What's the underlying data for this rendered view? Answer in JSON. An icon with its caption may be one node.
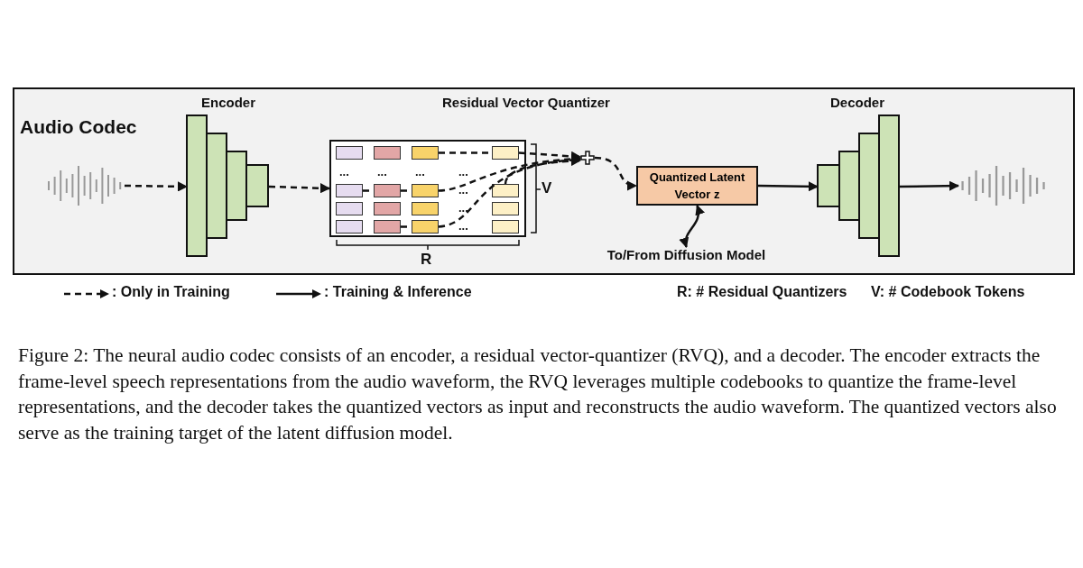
{
  "diagram": {
    "caption": "Figure 2: The neural audio codec consists of an encoder, a residual vector-quantizer (RVQ), and a decoder. The encoder extracts the frame-level speech representations from the audio waveform, the RVQ leverages multiple codebooks to quantize the frame-level representations, and the decoder takes the quantized vectors as input and reconstructs the audio waveform. The quantized vectors also serve as the training target of the latent diffusion model.",
    "nodes": [
      {
        "text": [
          "Audio Codec"
        ]
      },
      {
        "text": [],
        "shape": "picture",
        "in": 0
      },
      {
        "text": [
          "Encoder"
        ],
        "in": 0
      },
      {
        "text": [
          "Residual Vector Quantizer"
        ],
        "in": 0
      },
      {
        "text": [],
        "shape": "box",
        "in": 3
      },
      {
        "text": [],
        "shape": "box",
        "in": 3
      },
      {
        "text": [],
        "shape": "box",
        "in": 3
      },
      {
        "text": [],
        "shape": "box",
        "in": 3
      },
      {
        "text": [],
        "shape": "box",
        "in": 3
      },
      {
        "text": [],
        "shape": "box",
        "in": 3
      },
      {
        "text": [],
        "shape": "box",
        "in": 3
      },
      {
        "text": [],
        "shape": "box",
        "in": 3
      },
      {
        "text": [],
        "shape": "box",
        "in": 3
      },
      {
        "text": [],
        "shape": "box",
        "in": 3
      },
      {
        "text": [],
        "shape": "box",
        "in": 3
      },
      {
        "text": [],
        "shape": "box",
        "in": 3
      },
      {
        "text": [],
        "shape": "box",
        "in": 3
      },
      {
        "text": [],
        "shape": "box",
        "in": 3
      },
      {
        "text": [],
        "shape": "box",
        "in": 3
      },
      {
        "text": [],
        "shape": "box",
        "in": 3
      },
      {
        "text": [],
        "shape": "plus",
        "in": 0
      },
      {
        "text": [
          "Quantized Latent Vector z"
        ],
        "in": 0
      },
      {
        "text": [
          "Decoder"
        ],
        "in": 0
      },
      {
        "text": [],
        "shape": "picture",
        "in": 0
      },
      {
        "text": [
          "To/From Diffusion Model"
        ],
        "in": 0
      }
    ],
    "edges": [
      {
        "from": 1,
        "to": 2,
        "arrow": "to",
        "style": "dashed"
      },
      {
        "from": 2,
        "to": 3,
        "arrow": "to",
        "style": "dashed"
      },
      {
        "from": 6,
        "to": 7,
        "arrow": "none",
        "style": "dashed"
      },
      {
        "from": 7,
        "to": 20,
        "arrow": "to",
        "style": "dashed"
      },
      {
        "from": 8,
        "to": 9,
        "arrow": "none",
        "style": "dashed"
      },
      {
        "from": 9,
        "to": 10,
        "arrow": "none",
        "style": "dashed"
      },
      {
        "from": 10,
        "to": 20,
        "arrow": "to",
        "style": "dashed"
      },
      {
        "from": 17,
        "to": 18,
        "arrow": "none",
        "style": "dashed"
      },
      {
        "from": 18,
        "to": 20,
        "arrow": "to",
        "style": "dashed"
      },
      {
        "from": 11,
        "to": 20,
        "arrow": "to",
        "style": "dashed"
      },
      {
        "from": 20,
        "to": 21,
        "arrow": "to",
        "style": "dashed"
      },
      {
        "from": 21,
        "to": 22,
        "arrow": "to"
      },
      {
        "from": 22,
        "to": 23,
        "arrow": "to"
      },
      {
        "from": 21,
        "to": 24,
        "arrow": "both"
      }
    ],
    "labels": [
      "...",
      "...",
      "...",
      "...",
      "...",
      "V",
      "...",
      "...",
      "R",
      "R: # Residual Quantizers",
      "V: # Codebook Tokens"
    ],
    "legend": [
      {
        "text": ": Only in Training"
      },
      {
        "text": ": Training & Inference"
      }
    ]
  }
}
